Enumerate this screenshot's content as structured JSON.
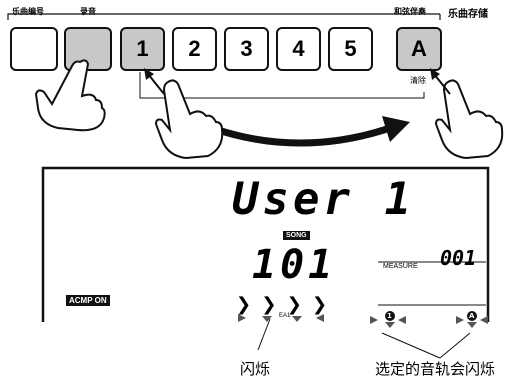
{
  "panel": {
    "label_song_number": "乐曲编号",
    "label_record": "录音",
    "label_chord": "和弦伴奏",
    "label_song_storage": "乐曲存储",
    "label_clear": "清除",
    "track_buttons": [
      "1",
      "2",
      "3",
      "4",
      "5",
      "A"
    ]
  },
  "display": {
    "main_text": "User 1",
    "song_tag": "SONG",
    "song_number": "101",
    "measure_label": "MEASURE",
    "measure_value": "001",
    "acmp_tag": "ACMP ON",
    "ea_tag": "EA1",
    "track_marker_1": "1",
    "track_marker_a": "A"
  },
  "captions": {
    "blink": "闪烁",
    "selected_tracks_blink": "选定的音轨会闪烁"
  }
}
